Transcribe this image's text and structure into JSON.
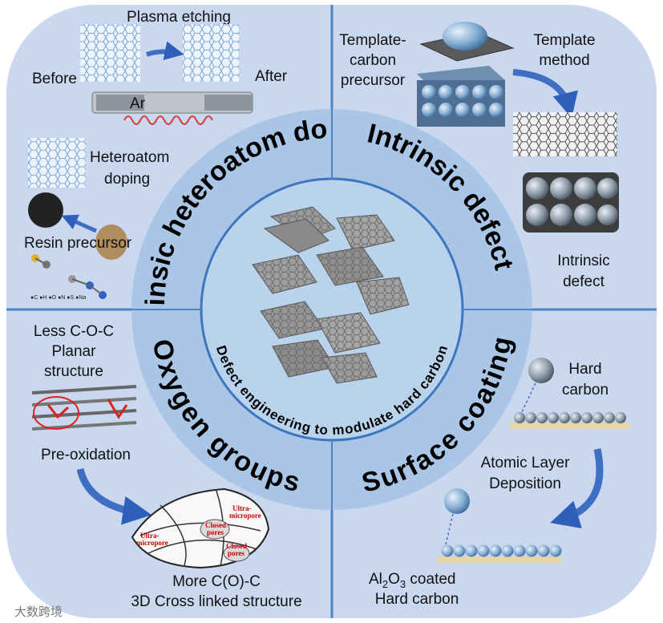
{
  "center_title": "Defect engineering to modulate hard carbon",
  "quadrants": {
    "top_left": {
      "title": "Extrinsic heteroatom doping"
    },
    "top_right": {
      "title": "Intrinsic defect"
    },
    "bottom_left": {
      "title": "Oxygen groups"
    },
    "bottom_right": {
      "title": "Surface coating"
    }
  },
  "labels": {
    "plasma_etching": "Plasma etching",
    "before": "Before",
    "after": "After",
    "ar": "Ar",
    "heteroatom_1": "Heteroatom",
    "heteroatom_2": "doping",
    "resin_precursor": "Resin precursor",
    "template_carbon_1": "Template-",
    "template_carbon_2": "carbon",
    "template_carbon_3": "precursor",
    "template_method_1": "Template",
    "template_method_2": "method",
    "intrinsic_defect_1": "Intrinsic",
    "intrinsic_defect_2": "defect",
    "less_coc_1": "Less C-O-C",
    "less_coc_2": "Planar",
    "less_coc_3": "structure",
    "pre_oxidation": "Pre-oxidation",
    "ultra_micropore_a1": "Ultra-",
    "ultra_micropore_a2": "micropore",
    "closed_pores_a1": "Closed",
    "closed_pores_a2": "pores",
    "ultra_micropore_b1": "Ultra-",
    "ultra_micropore_b2": "micropore",
    "closed_pores_b1": "Closed",
    "closed_pores_b2": "pores",
    "more_coc_1": "More C(O)-C",
    "more_coc_2": "3D Cross linked structure",
    "hard_carbon_1": "Hard",
    "hard_carbon_2": "carbon",
    "ald_1": "Atomic Layer",
    "ald_2": "Deposition",
    "al2o3_main": "Al",
    "al2o3_sub": "2",
    "al2o3_rest": "O",
    "al2o3_sub2": "3",
    "al2o3_tail": " coated",
    "al2o3_2": "Hard carbon",
    "legend_atoms": "●C ●H ●O ●N ●S ●Na"
  },
  "watermark": "大数跨境",
  "colors": {
    "panel_bg": "#c9d8ee",
    "ring_outer": "#a9c6e6",
    "ring_inner": "#bad3ed",
    "divider": "#4d84c4",
    "arrow": "#3e6fc2"
  }
}
